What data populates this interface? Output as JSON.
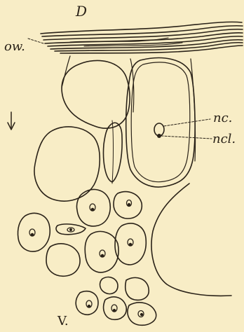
{
  "labels": {
    "dorsal": "D",
    "ventral": "V.",
    "outer_wall": "ow.",
    "nucleus": "nc.",
    "nucleolus": "ncl."
  },
  "colors": {
    "background": "#f8edc6",
    "ink": "#2a2218"
  },
  "orientation_icon": "down-arrow-icon"
}
